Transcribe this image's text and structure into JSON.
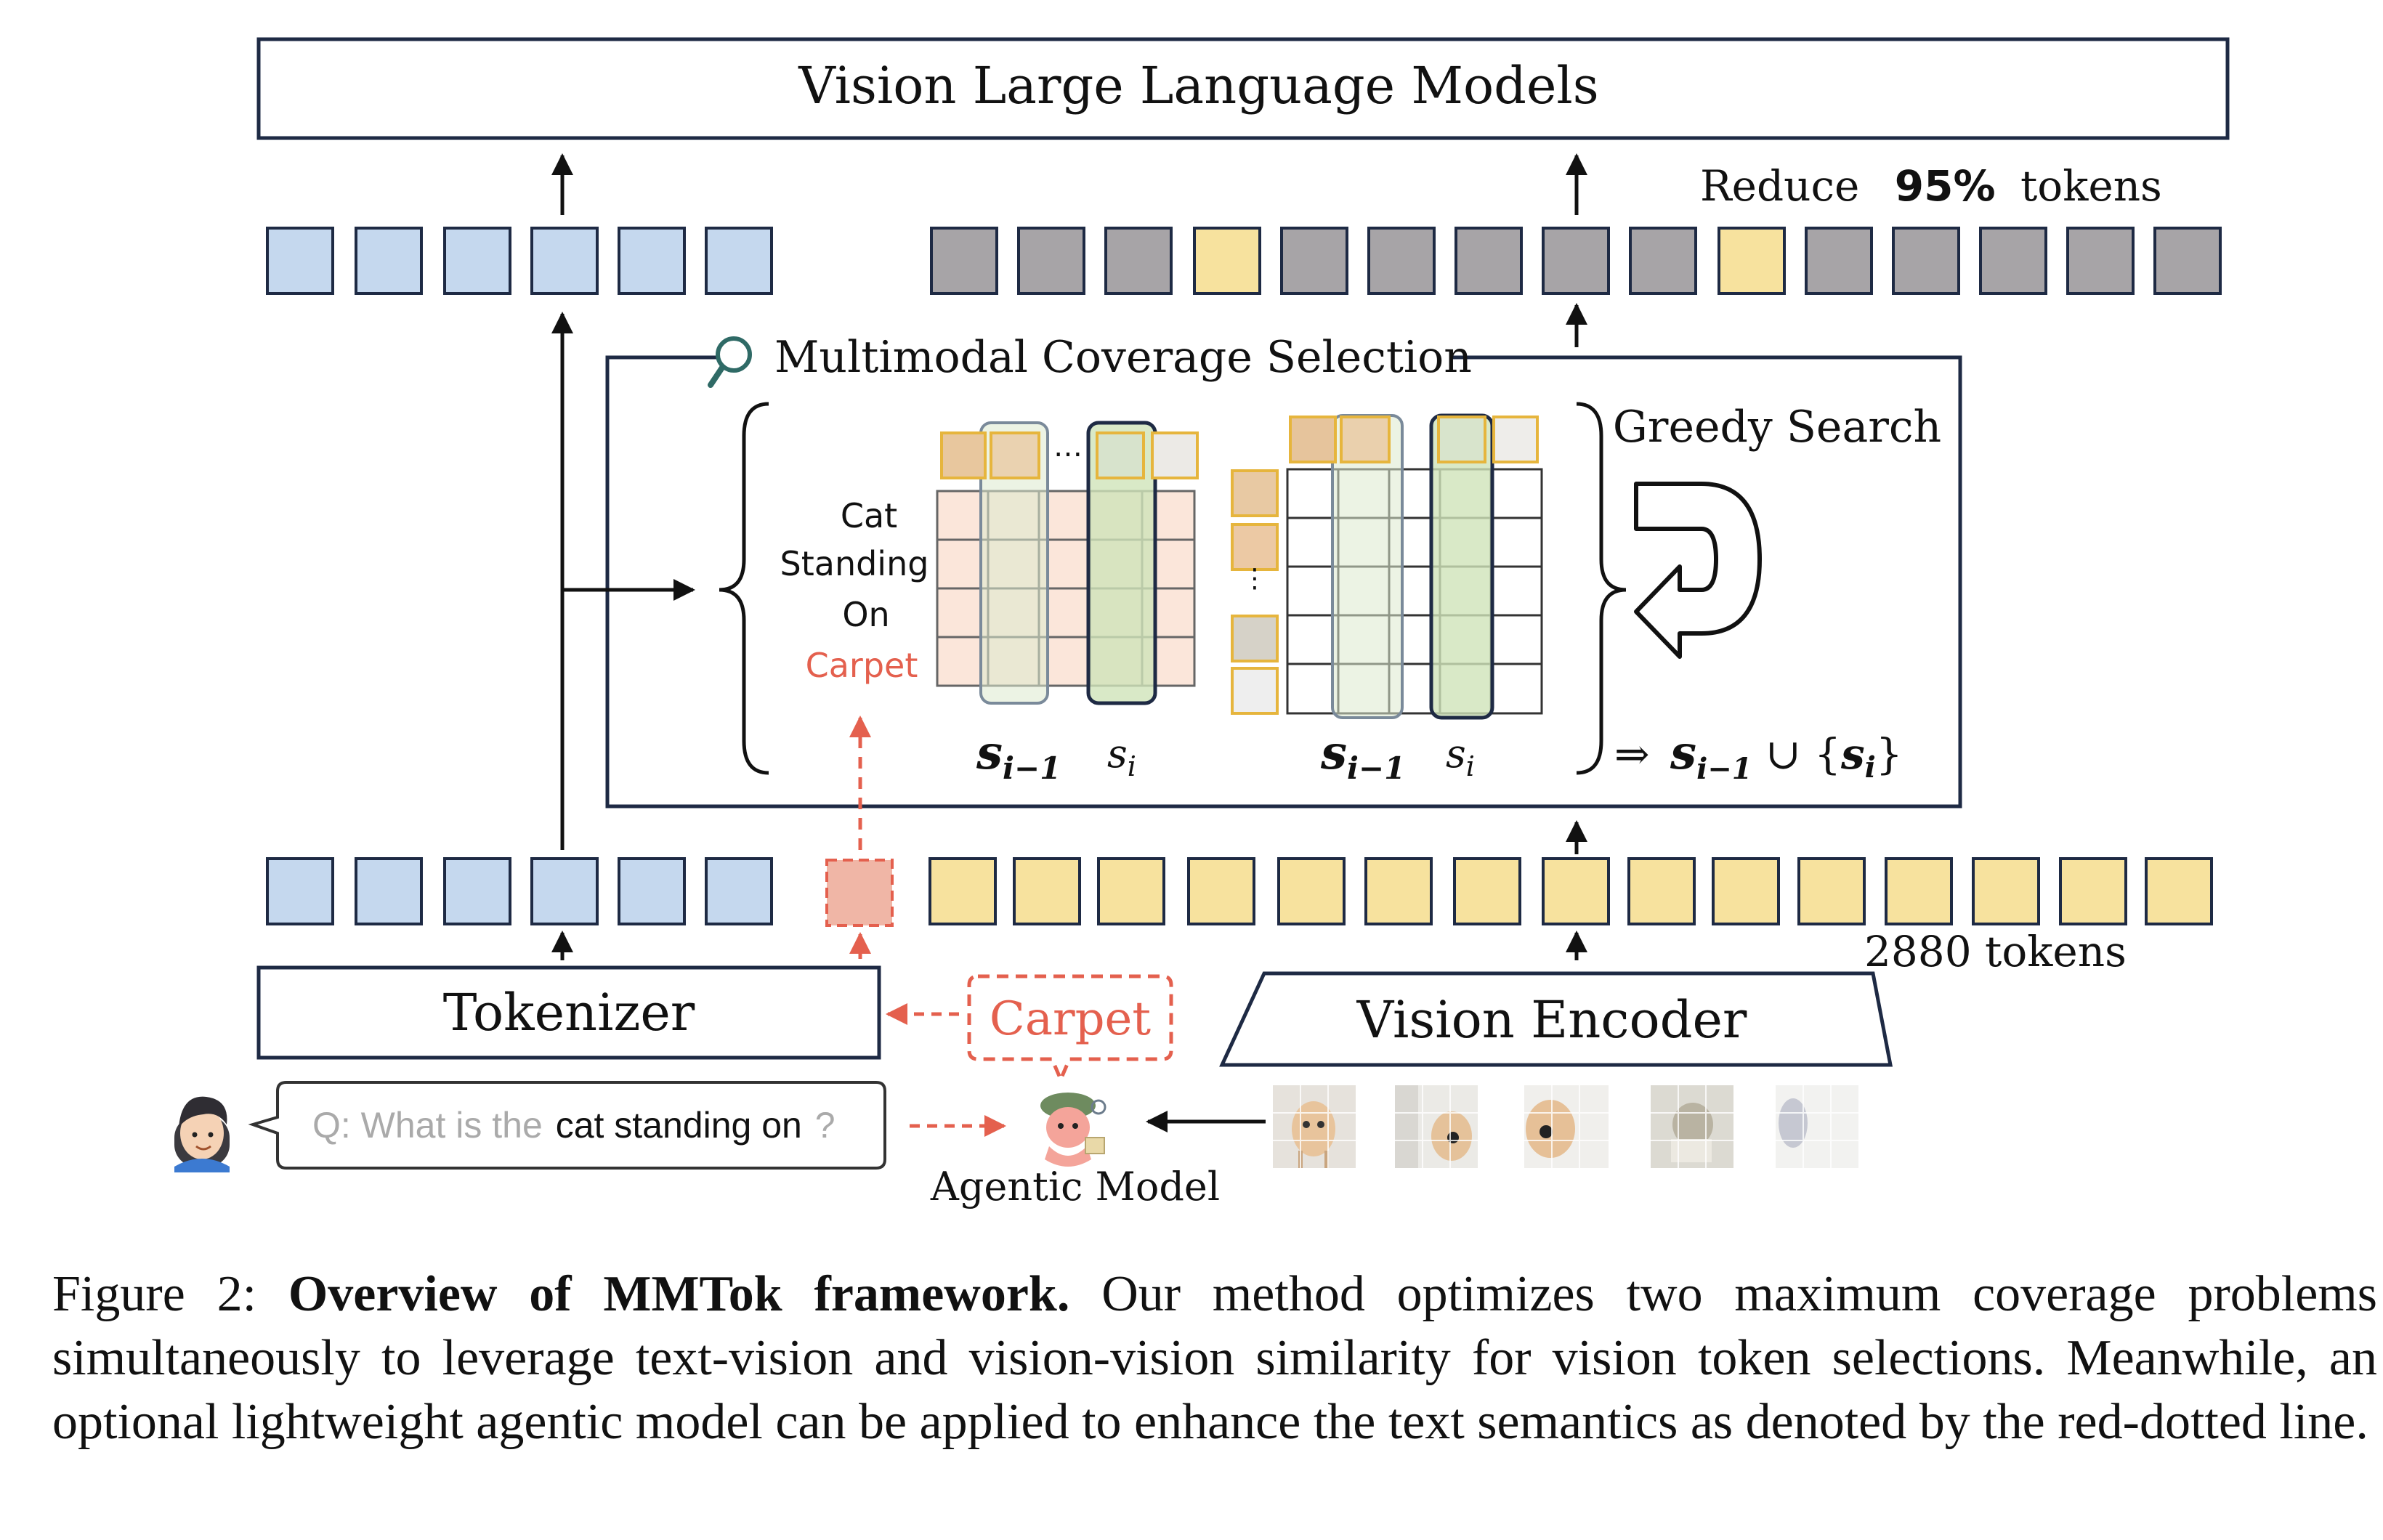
{
  "figure": {
    "vllm_title": "Vision Large Language Models",
    "reduce_label": "Reduce",
    "reduce_pct": "95%",
    "reduce_tokens": "tokens",
    "mcs_title": "Multimodal Coverage Selection",
    "greedy_title": "Greedy Search",
    "text_words": [
      "Cat",
      "Standing",
      "On",
      "Carpet"
    ],
    "s_prev": "s",
    "s_prev_sub": "i−1",
    "s_cur": "s",
    "s_cur_sub": "i",
    "union_prefix": "⇒",
    "union_rest": "∪ {",
    "union_close": "}",
    "ellipsis": "…",
    "tokens_2880": "2880 tokens",
    "tokenizer": "Tokenizer",
    "vision_encoder": "Vision Encoder",
    "carpet_tag": "Carpet",
    "question_gray1": "Q: What is the",
    "question_bold": "cat standing on",
    "question_gray2": "?",
    "agentic_model": "Agentic Model"
  },
  "caption": {
    "label": "Figure 2:",
    "title": "Overview of MMTok framework.",
    "body": "Our method optimizes two maximum coverage problems simultaneously to leverage text-vision and vision-vision similarity for vision token selections. Meanwhile, an optional lightweight agentic model can be applied to enhance the text semantics as denoted by the red-dotted line."
  },
  "colors": {
    "text_token": "#c5d8ee",
    "vision_token": "#f7e29e",
    "dropped_token": "#a7a4a7",
    "agent_red": "#e4604e",
    "text_sim_fill": "#fbe6da",
    "green_col": "#d9e8c6",
    "stroke": "#1e2a44"
  }
}
